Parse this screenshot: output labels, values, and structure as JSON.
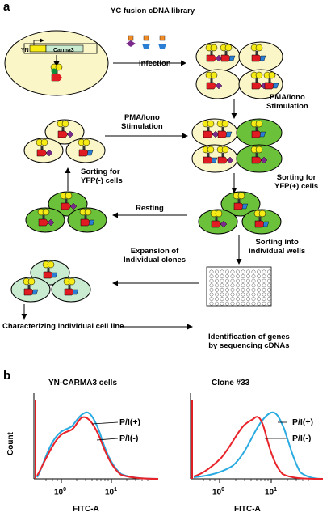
{
  "panel_a": {
    "letter": "a",
    "title": "YC fusion cDNA library",
    "construct": {
      "yn": "YN",
      "carma3": "Carma3"
    },
    "infection": "Infection",
    "pma1": [
      "PMA/Iono",
      "Stimulation"
    ],
    "pma2": [
      "PMA/Iono",
      "Stimulation"
    ],
    "sort_yfp_pos": [
      "Sorting for",
      "YFP(+) cells"
    ],
    "sort_yfp_neg": [
      "Sorting for",
      "YFP(-) cells"
    ],
    "resting": "Resting",
    "sort_wells": [
      "Sorting into",
      "individual wells"
    ],
    "expansion": [
      "Expansion of",
      "Individual clones"
    ],
    "characterize": "Characterizing individual cell line",
    "identification": [
      "Identification of  genes",
      "by sequencing cDNAs"
    ]
  },
  "panel_b": {
    "letter": "b",
    "charts": [
      {
        "title": "YN-CARMA3 cells",
        "ylabel": "Count",
        "xlabel": "FITC-A",
        "ticks": [
          {
            "base": "10",
            "exp": "0"
          },
          {
            "base": "10",
            "exp": "1"
          }
        ],
        "legend": [
          "P/I(+)",
          "P/I(-)"
        ],
        "series_colors": {
          "P/I(+)": "#29abe2",
          "P/I(-)": "#e8232a"
        }
      },
      {
        "title": "Clone #33",
        "ylabel": "",
        "xlabel": "FITC-A",
        "ticks": [
          {
            "base": "10",
            "exp": "0"
          },
          {
            "base": "10",
            "exp": "1"
          }
        ],
        "legend": [
          "P/I(+)",
          "P/I(-)"
        ],
        "series_colors": {
          "P/I(+)": "#29abe2",
          "P/I(-)": "#e8232a"
        }
      }
    ]
  },
  "colors": {
    "cell_yellow": "#fbf6c8",
    "cell_green": "#6cc13a",
    "cell_lightgreen": "#c9ecd0",
    "yfp_yellow": "#f6eb14",
    "red": "#e01b22",
    "blue": "#2a7fd4",
    "purple": "#7b2a8c",
    "dkgreen": "#0d8a3a",
    "orange": "#f28c28"
  }
}
